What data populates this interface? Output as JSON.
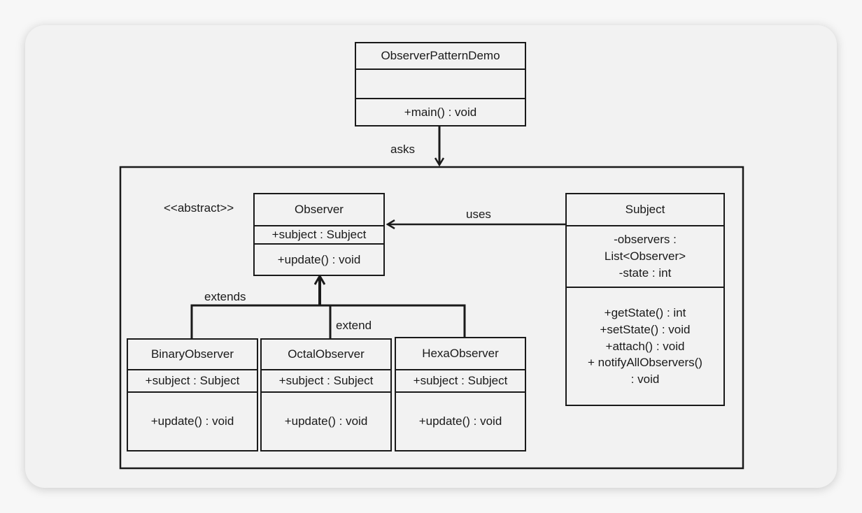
{
  "diagram": {
    "demo": {
      "name": "ObserverPatternDemo",
      "attributes": "",
      "method": "+main() : void"
    },
    "observer": {
      "stereotype": "<<abstract>>",
      "name": "Observer",
      "attribute": "+subject : Subject",
      "method": "+update() : void"
    },
    "subject": {
      "name": "Subject",
      "attributes": [
        "-observers :",
        "List<Observer>",
        "-state : int"
      ],
      "methods": [
        "+getState() : int",
        "+setState() : void",
        "+attach() : void",
        "+ notifyAllObservers()",
        ": void"
      ]
    },
    "binary": {
      "name": "BinaryObserver",
      "attribute": "+subject : Subject",
      "method": "+update() : void"
    },
    "octal": {
      "name": "OctalObserver",
      "attribute": "+subject : Subject",
      "method": "+update() : void"
    },
    "hexa": {
      "name": "HexaObserver",
      "attribute": "+subject : Subject",
      "method": "+update() : void"
    },
    "labels": {
      "asks": "asks",
      "uses": "uses",
      "extends": "extends",
      "extend": "extend"
    }
  }
}
